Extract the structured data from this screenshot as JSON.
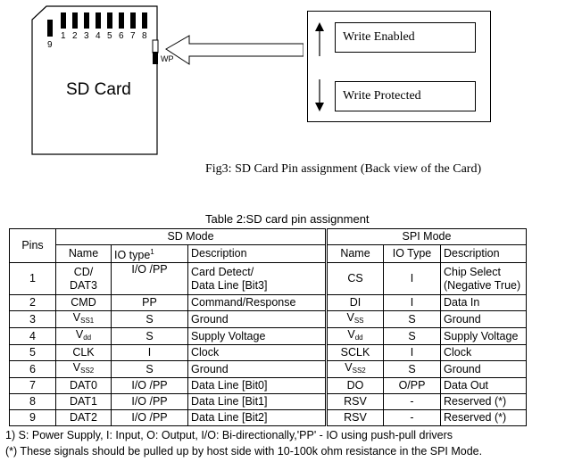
{
  "card": {
    "label": "SD Card",
    "pin_numbers_top": [
      "1",
      "2",
      "3",
      "4",
      "5",
      "6",
      "7",
      "8"
    ],
    "pin9_label": "9",
    "wp_label": "WP"
  },
  "write_protect": {
    "enabled": "Write Enabled",
    "protected": "Write Protected"
  },
  "figure_caption": "Fig3: SD Card Pin assignment (Back view of the Card)",
  "table_caption": "Table 2:SD card pin assignment",
  "table": {
    "pins_header": "Pins",
    "sd_mode_header": "SD Mode",
    "spi_mode_header": "SPI Mode",
    "col_name": "Name",
    "col_io": "IO type",
    "col_io_sup": "1",
    "col_desc": "Description",
    "col_name_spi": "Name",
    "col_io_spi": "IO Type",
    "col_desc_spi": "Description",
    "rows": [
      {
        "pin": "1",
        "sd_name": "CD/",
        "sd_name2": "DAT3",
        "sd_io": "I/O /PP",
        "sd_desc": "Card Detect/",
        "sd_desc2": "Data Line [Bit3]",
        "spi_name": "CS",
        "spi_io": "I",
        "spi_desc": "Chip Select",
        "spi_desc2": "(Negative True)"
      },
      {
        "pin": "2",
        "sd_name": "CMD",
        "sd_io": "PP",
        "sd_desc": "Command/Response",
        "spi_name": "DI",
        "spi_io": "I",
        "spi_desc": "Data In"
      },
      {
        "pin": "3",
        "sd_name": "V",
        "sd_name_sub": "SS1",
        "sd_io": "S",
        "sd_desc": "Ground",
        "spi_name": "V",
        "spi_name_sub": "SS",
        "spi_io": "S",
        "spi_desc": "Ground"
      },
      {
        "pin": "4",
        "sd_name": "V",
        "sd_name_sub": "dd",
        "sd_io": "S",
        "sd_desc": "Supply Voltage",
        "spi_name": "V",
        "spi_name_sub": "dd",
        "spi_io": "S",
        "spi_desc": "Supply Voltage"
      },
      {
        "pin": "5",
        "sd_name": "CLK",
        "sd_io": "I",
        "sd_desc": "Clock",
        "spi_name": "SCLK",
        "spi_io": "I",
        "spi_desc": "Clock"
      },
      {
        "pin": "6",
        "sd_name": "V",
        "sd_name_sub": "SS2",
        "sd_io": "S",
        "sd_desc": "Ground",
        "spi_name": "V",
        "spi_name_sub": "SS2",
        "spi_io": "S",
        "spi_desc": "Ground"
      },
      {
        "pin": "7",
        "sd_name": "DAT0",
        "sd_io": "I/O /PP",
        "sd_desc": "Data Line [Bit0]",
        "spi_name": "DO",
        "spi_io": "O/PP",
        "spi_desc": "Data Out"
      },
      {
        "pin": "8",
        "sd_name": "DAT1",
        "sd_io": "I/O /PP",
        "sd_desc": "Data Line [Bit1]",
        "spi_name": "RSV",
        "spi_io": "-",
        "spi_desc": "Reserved (*)"
      },
      {
        "pin": "9",
        "sd_name": "DAT2",
        "sd_io": "I/O /PP",
        "sd_desc": "Data Line [Bit2]",
        "spi_name": "RSV",
        "spi_io": "-",
        "spi_desc": "Reserved (*)"
      }
    ]
  },
  "notes": {
    "note1": "1) S: Power Supply, I: Input, O: Output, I/O: Bi-directionally,'PP' - IO using push-pull drivers",
    "note2": "(*) These signals should be pulled up by host side with 10-100k ohm resistance in the SPI Mode."
  }
}
